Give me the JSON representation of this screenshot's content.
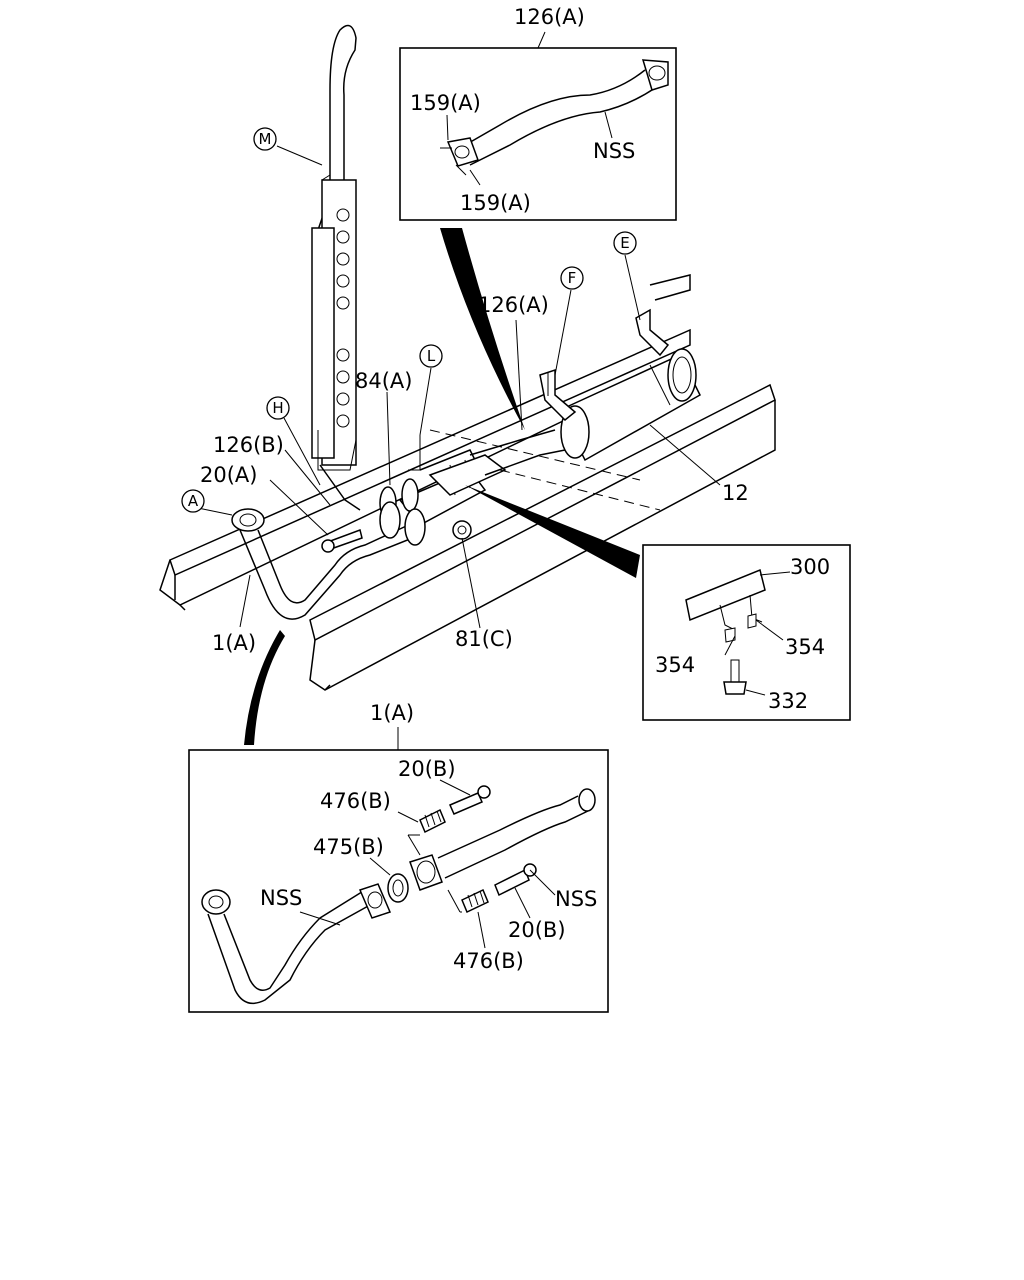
{
  "labels": {
    "top_box_title": "126(A)",
    "top_box_bolt_1": "159(A)",
    "top_box_bolt_2": "159(A)",
    "top_box_nss": "NSS",
    "main_126a": "126(A)",
    "main_126b": "126(B)",
    "main_84a": "84(A)",
    "main_20a": "20(A)",
    "main_1a": "1(A)",
    "main_81c": "81(C)",
    "main_12": "12",
    "right_box_300": "300",
    "right_box_354_left": "354",
    "right_box_354_right": "354",
    "right_box_332": "332",
    "bottom_box_title": "1(A)",
    "bottom_box_20b_top": "20(B)",
    "bottom_box_476b_top": "476(B)",
    "bottom_box_475b": "475(B)",
    "bottom_box_nss_left": "NSS",
    "bottom_box_nss_right": "NSS",
    "bottom_box_20b_bottom": "20(B)",
    "bottom_box_476b_bottom": "476(B)"
  },
  "callouts": {
    "M": "M",
    "H": "H",
    "A": "A",
    "L": "L",
    "F": "F",
    "E": "E"
  }
}
